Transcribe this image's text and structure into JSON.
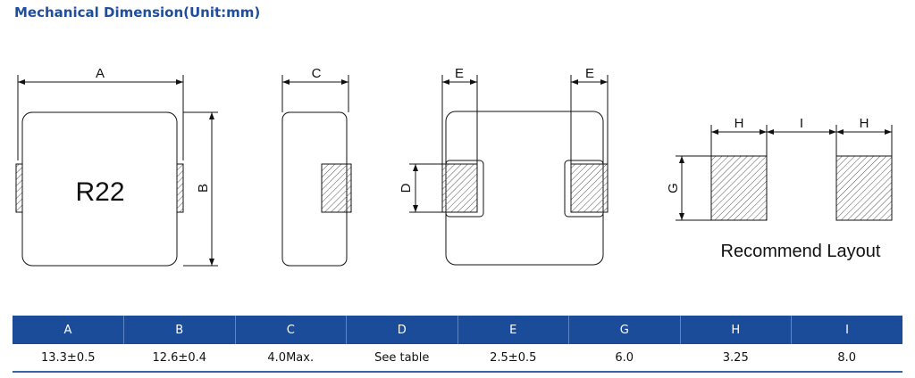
{
  "title": "Mechanical Dimension(Unit:mm)",
  "drawing": {
    "marking": "R22",
    "labels": {
      "A": "A",
      "B": "B",
      "C": "C",
      "D": "D",
      "E1": "E",
      "E2": "E",
      "G": "G",
      "H1": "H",
      "H2": "H",
      "I": "I"
    },
    "layout_caption": "Recommend Layout"
  },
  "table": {
    "headers": [
      "A",
      "B",
      "C",
      "D",
      "E",
      "G",
      "H",
      "I"
    ],
    "values": [
      "13.3±0.5",
      "12.6±0.4",
      "4.0Max.",
      "See table",
      "2.5±0.5",
      "6.0",
      "3.25",
      "8.0"
    ]
  },
  "colors": {
    "title": "#1f4e9c",
    "header_bg": "#1a4c99"
  }
}
